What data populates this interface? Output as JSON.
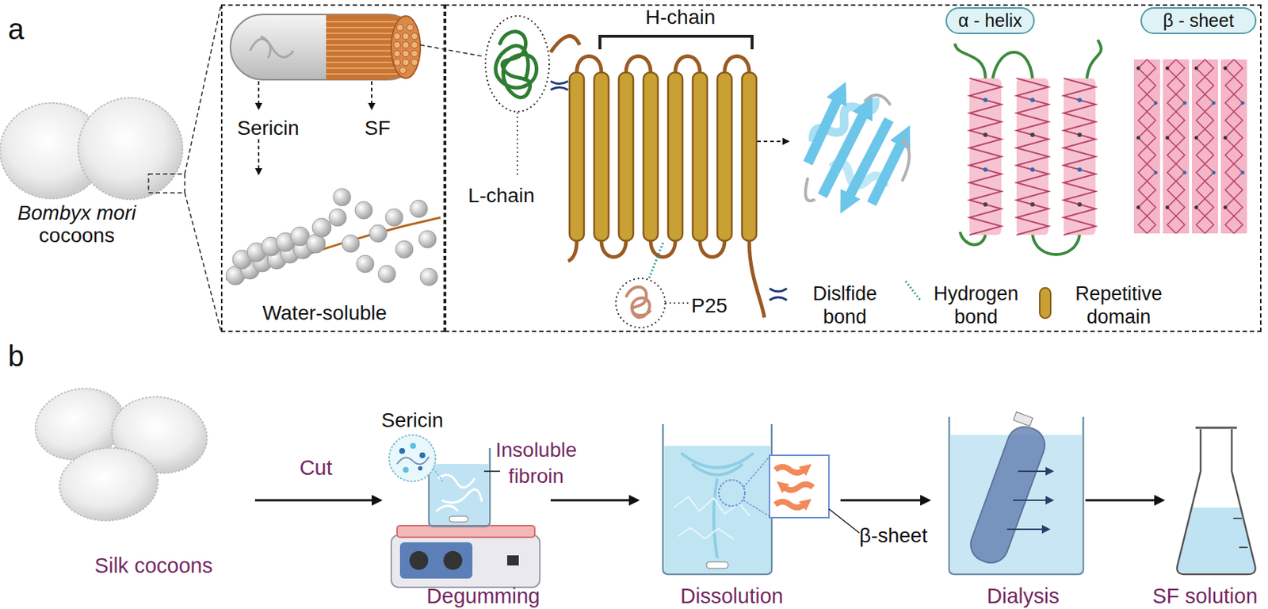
{
  "diagram": {
    "nodes": [
      {
        "text": [
          "Sericin",
          "SF",
          "Water-soluble"
        ]
      },
      {
        "text": [
          "H-chain",
          "L-chain",
          "P25"
        ]
      },
      {
        "text": [
          "α - helix"
        ],
        "in": 1
      },
      {
        "text": [
          "β - sheet"
        ],
        "in": 1
      }
    ],
    "labels": [
      "a",
      "Bombyx mori",
      "cocoons",
      "b",
      "Silk cocoons",
      "Cut",
      "Sericin",
      "Insoluble fibroin",
      "Degumming",
      "Dissolution",
      "β-sheet",
      "Dialysis",
      "SF solution"
    ],
    "legend": [
      {
        "text": "Dislfide bond"
      },
      {
        "text": "Hydrogen bond"
      },
      {
        "text": "Repetitive domain",
        "color": "#c9a033"
      }
    ]
  }
}
